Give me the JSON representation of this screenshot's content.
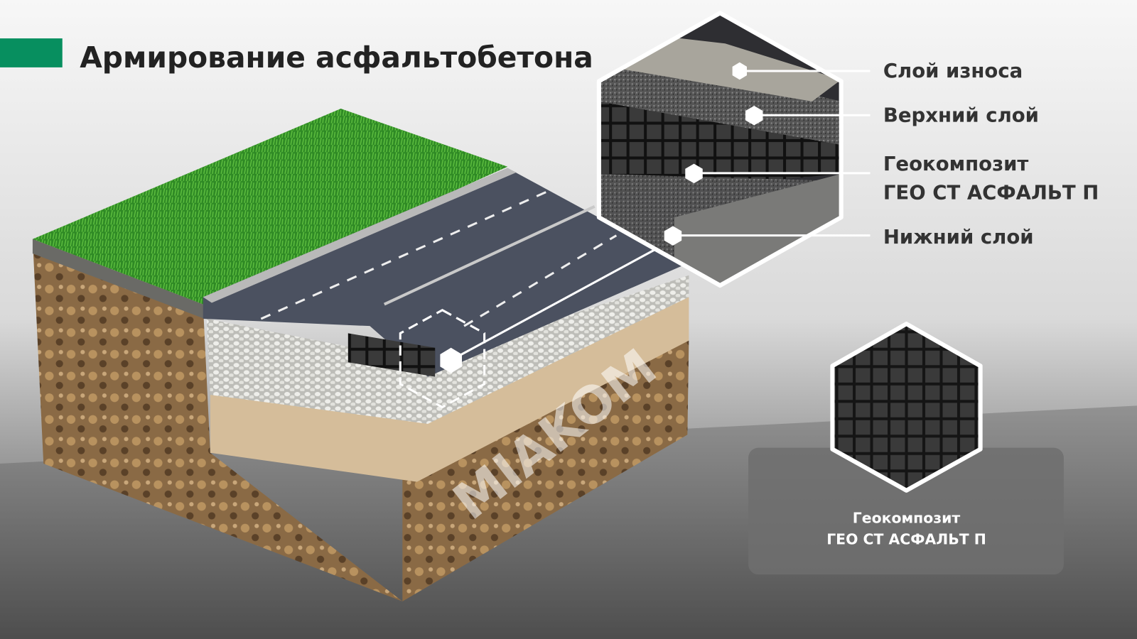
{
  "header": {
    "title": "Армирование асфальтобетона",
    "accent_color": "#078f5f"
  },
  "callouts": [
    {
      "label": "Слой износа"
    },
    {
      "label": "Верхний слой"
    },
    {
      "label": "Геокомпозит",
      "label2": "ГЕО СТ АСФАЛЬТ П"
    },
    {
      "label": "Нижний слой"
    }
  ],
  "product": {
    "caption1": "Геокомпозит",
    "caption2": "ГЕО СТ АСФАЛЬТ П"
  },
  "watermark": "MIAKOM"
}
